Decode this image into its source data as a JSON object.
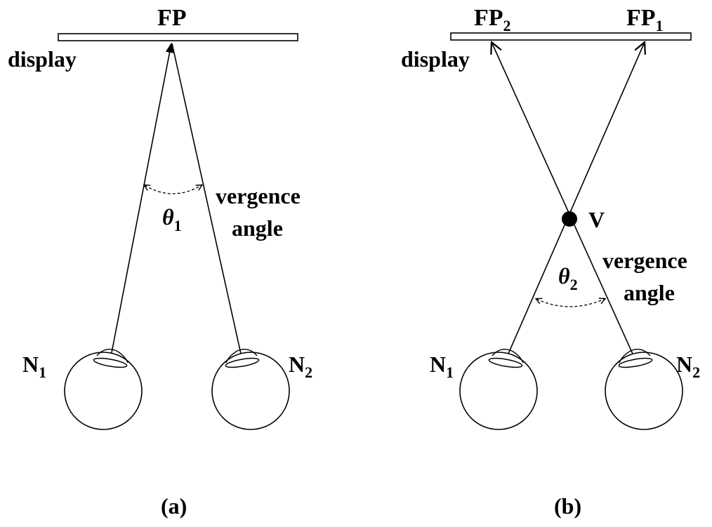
{
  "panel_a": {
    "fixation_label": "FP",
    "display_label": "display",
    "theta_symbol": "θ",
    "theta_sub": "1",
    "angle_label_line1": "vergence",
    "angle_label_line2": "angle",
    "left_eye_letter": "N",
    "left_eye_sub": "1",
    "right_eye_letter": "N",
    "right_eye_sub": "2",
    "caption": "(a)"
  },
  "panel_b": {
    "fp2_letter": "FP",
    "fp2_sub": "2",
    "fp1_letter": "FP",
    "fp1_sub": "1",
    "display_label": "display",
    "vergence_point_label": "V",
    "theta_symbol": "θ",
    "theta_sub": "2",
    "angle_label_line1": "vergence",
    "angle_label_line2": "angle",
    "left_eye_letter": "N",
    "left_eye_sub": "1",
    "right_eye_letter": "N",
    "right_eye_sub": "2",
    "caption": "(b)"
  },
  "colors": {
    "stroke": "#000000",
    "background": "#ffffff"
  }
}
